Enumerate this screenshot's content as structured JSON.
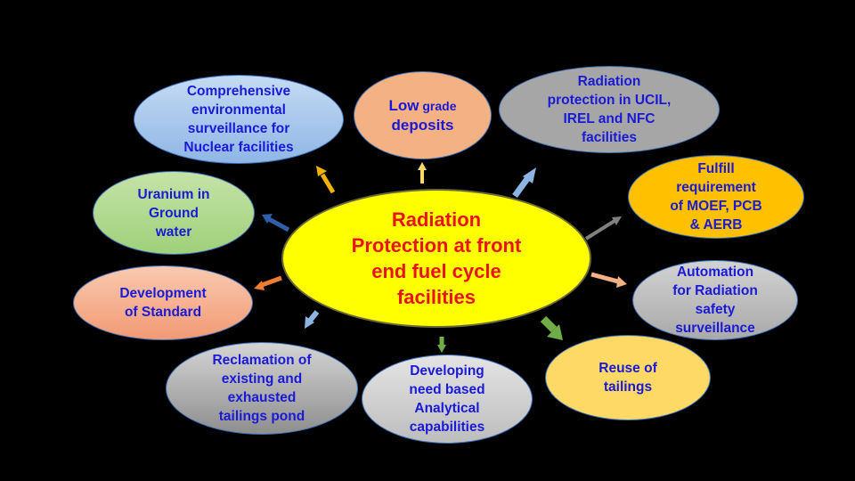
{
  "title": "Radiation\nProtection at front\nend fuel cycle\nfacilities",
  "nodes": {
    "env": "Comprehensive\nenvironmental\nsurveillance for\nNuclear facilities",
    "low_big1": "Low",
    "low_small": " grade",
    "low_big2": "deposits",
    "ucil": "Radiation\nprotection in UCIL,\nIREL and NFC\nfacilities",
    "fulfill": "Fulfill\nrequirement\nof MOEF, PCB\n& AERB",
    "uranium": "Uranium in\nGround\nwater",
    "standard": "Development\nof Standard",
    "auto": "Automation\nfor Radiation\nsafety\nsurveillance",
    "reclaim": "Reclamation of\nexisting and\nexhausted\ntailings pond",
    "develop": "Developing\nneed based\nAnalytical\ncapabilities",
    "reuse": "Reuse of\ntailings"
  },
  "colors": {
    "center": "#ffff00",
    "title_text": "#e8141c",
    "node_text": "#1a1ad6",
    "arrows": [
      "#f0b400",
      "#ffd966",
      "#8db4e2",
      "#808080",
      "#2e5fa8",
      "#f4b183",
      "#ed7d31",
      "#8db4e2",
      "#70ad47",
      "#70ad47"
    ]
  }
}
